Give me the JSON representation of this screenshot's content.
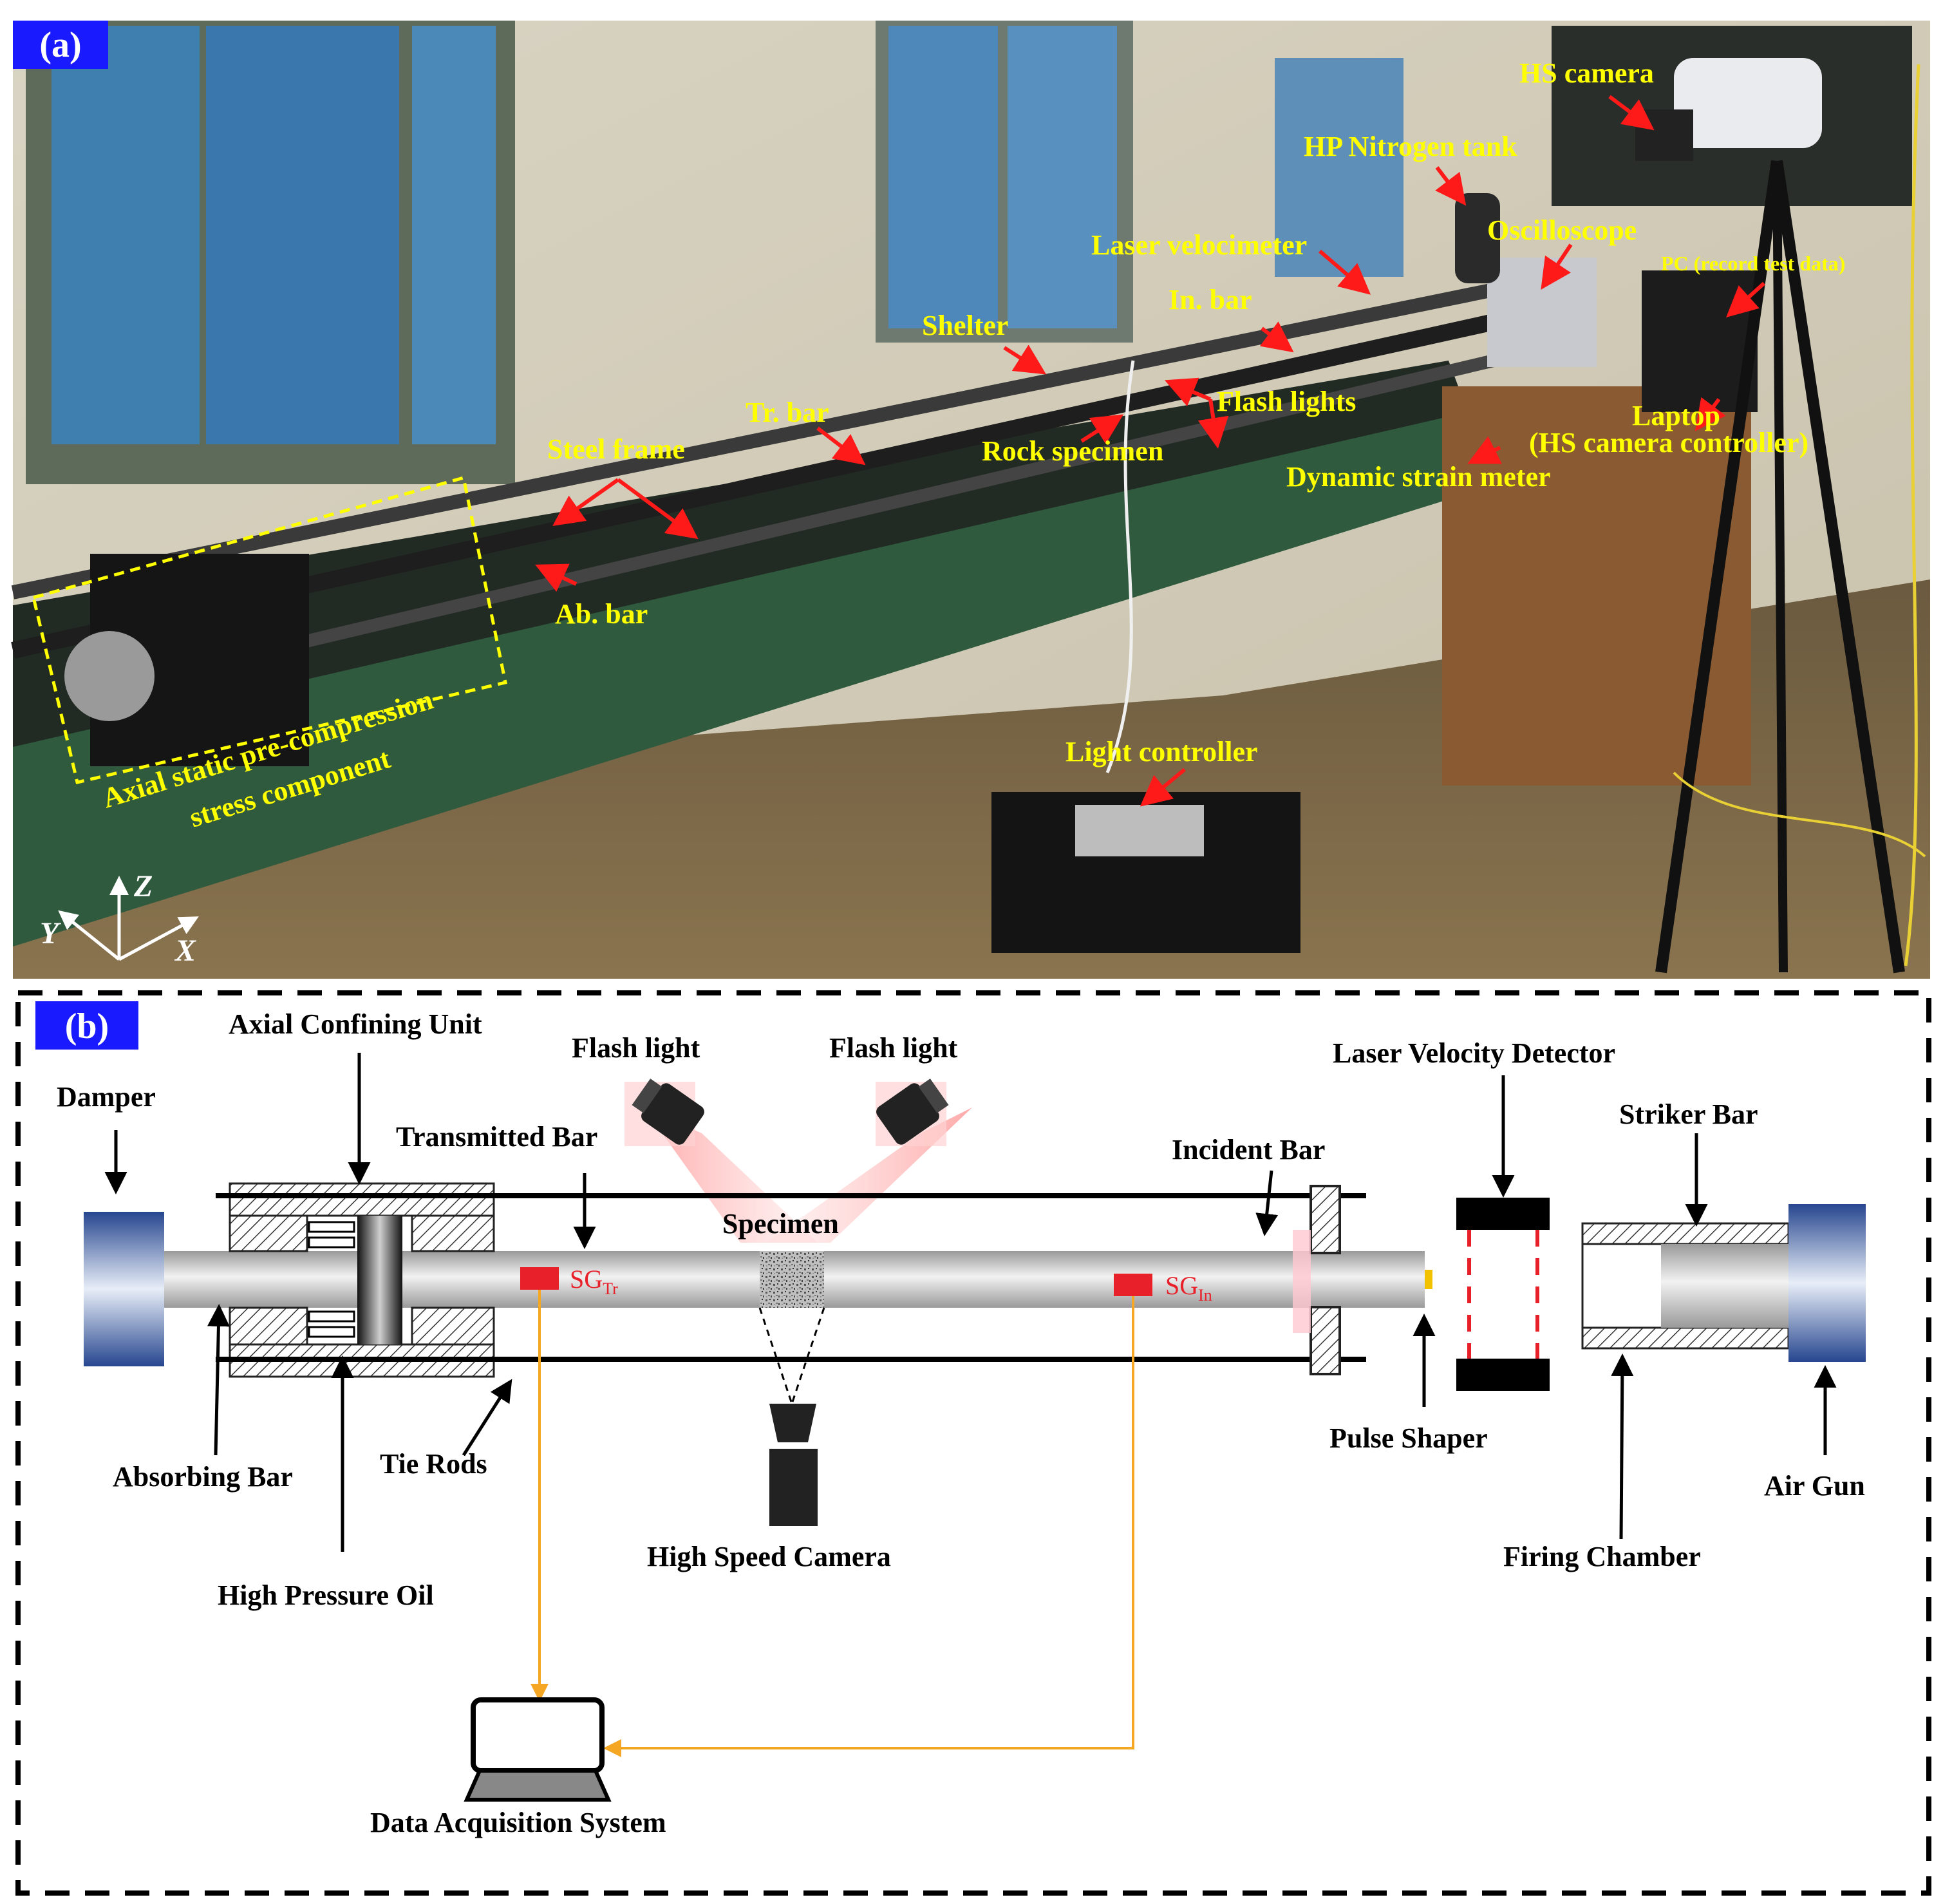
{
  "panel_a": {
    "tag": "(a)",
    "labels": {
      "hs_camera": "HS camera",
      "hp_nitrogen_tank": "HP Nitrogen tank",
      "laser_velocimeter": "Laser velocimeter",
      "oscilloscope": "Oscilloscope",
      "pc": "PC (record test data)",
      "in_bar": "In. bar",
      "shelter": "Shelter",
      "tr_bar": "Tr. bar",
      "flash_lights": "Flash lights",
      "rock_specimen": "Rock specimen",
      "laptop_line1": "Laptop",
      "laptop_line2": "(HS camera controller)",
      "dynamic_strain_meter": "Dynamic strain meter",
      "steel_frame": "Steel frame",
      "ab_bar": "Ab. bar",
      "axial_line1": "Axial static pre-compression",
      "axial_line2": "stress component",
      "light_controller": "Light controller"
    },
    "axes": {
      "z": "Z",
      "y": "Y",
      "x": "X"
    },
    "colors": {
      "label": "#ffff00",
      "arrow": "#ff1a1a",
      "tag_bg": "#1a1aff"
    }
  },
  "panel_b": {
    "tag": "(b)",
    "labels": {
      "axial_confining_unit": "Axial Confining Unit",
      "flash_light_left": "Flash light",
      "flash_light_right": "Flash light",
      "laser_velocity_detector": "Laser Velocity Detector",
      "damper": "Damper",
      "transmitted_bar": "Transmitted Bar",
      "incident_bar": "Incident Bar",
      "striker_bar": "Striker Bar",
      "specimen": "Specimen",
      "sg_tr_main": "SG",
      "sg_tr_sub": "Tr",
      "sg_in_main": "SG",
      "sg_in_sub": "In",
      "absorbing_bar": "Absorbing Bar",
      "tie_rods": "Tie Rods",
      "pulse_shaper": "Pulse Shaper",
      "air_gun": "Air Gun",
      "high_speed_camera": "High Speed Camera",
      "firing_chamber": "Firing Chamber",
      "high_pressure_oil": "High Pressure Oil",
      "data_acquisition_system": "Data Acquisition System"
    },
    "colors": {
      "gauge": "#e8202a",
      "wire": "#f5a623",
      "blue_block": "#2e4f9a",
      "tag_bg": "#1a1aff"
    }
  }
}
